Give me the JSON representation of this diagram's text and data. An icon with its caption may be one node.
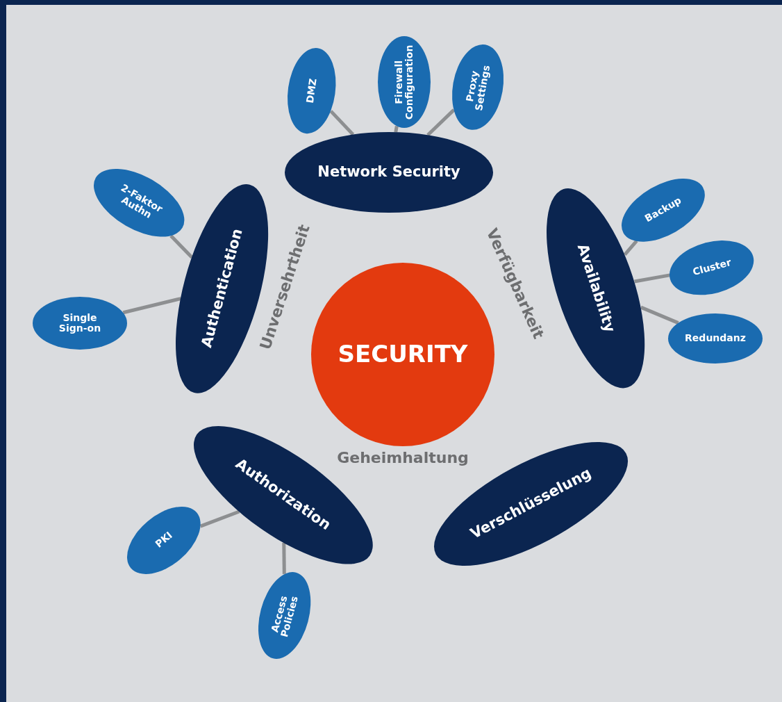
{
  "diagram": {
    "nodes": [
      {
        "text": [
          "Network Security"
        ]
      },
      {
        "text": [
          "DMZ"
        ]
      },
      {
        "text": [
          "Firewall Configuration"
        ]
      },
      {
        "text": [
          "Proxy Settings"
        ]
      },
      {
        "text": [
          "Authentication"
        ]
      },
      {
        "text": [
          "2-Faktor Authn"
        ]
      },
      {
        "text": [
          "Single Sign-on"
        ]
      },
      {
        "text": [
          "Availability"
        ]
      },
      {
        "text": [
          "Backup"
        ]
      },
      {
        "text": [
          "Cluster"
        ]
      },
      {
        "text": [
          "Redundanz"
        ]
      },
      {
        "text": [
          "SECURITY"
        ]
      },
      {
        "text": [
          "Authorization"
        ]
      },
      {
        "text": [
          "PKI"
        ]
      },
      {
        "text": [
          "Access Policies"
        ]
      },
      {
        "text": [
          "Verschlüsselung"
        ]
      }
    ],
    "edges": [
      {
        "from": 1,
        "to": 0,
        "arrow": "none"
      },
      {
        "from": 2,
        "to": 0,
        "arrow": "none"
      },
      {
        "from": 3,
        "to": 0,
        "arrow": "none"
      },
      {
        "from": 5,
        "to": 4,
        "arrow": "none"
      },
      {
        "from": 6,
        "to": 4,
        "arrow": "none"
      },
      {
        "from": 8,
        "to": 7,
        "arrow": "none"
      },
      {
        "from": 9,
        "to": 7,
        "arrow": "none"
      },
      {
        "from": 10,
        "to": 7,
        "arrow": "none"
      },
      {
        "from": 13,
        "to": 12,
        "arrow": "none"
      },
      {
        "from": 14,
        "to": 12,
        "arrow": "none"
      }
    ],
    "labels": [
      "Unversehrtheit",
      "Verfügbarkeit",
      "Geheimhaltung"
    ]
  }
}
